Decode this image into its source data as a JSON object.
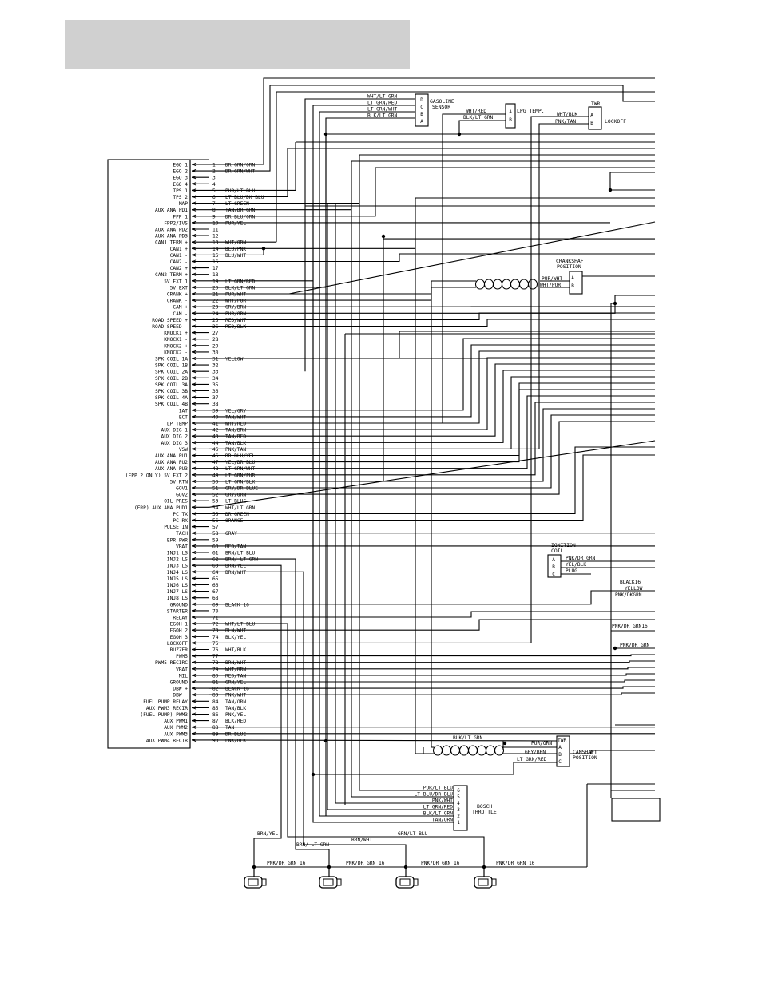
{
  "ecm": {
    "pin_functions": [
      "EGO 1",
      "EGO 2",
      "EGO 3",
      "EGO 4",
      "TPS 1",
      "TPS 2",
      "MAP",
      "AUX ANA PD1",
      "FPP 1",
      "FPP2/IVS",
      "AUX ANA PD2",
      "AUX ANA PD3",
      "CAN1 TERM +",
      "CAN1 +",
      "CAN1 -",
      "CAN2 -",
      "CAN2 +",
      "CAN2 TERM +",
      "5V EXT 1",
      "5V EXT",
      "CRANK +",
      "CRANK -",
      "CAM +",
      "CAM -",
      "ROAD SPEED +",
      "ROAD SPEED -",
      "KNOCK1 +",
      "KNOCK1 -",
      "KNOCK2 +",
      "KNOCK2 -",
      "SPK COIL 1A",
      "SPK COIL 1B",
      "SPK COIL 2A",
      "SPK COIL 2B",
      "SPK COIL 3A",
      "SPK COIL 3B",
      "SPK COIL 4A",
      "SPK COIL 4B",
      "IAT",
      "ECT",
      "LP TEMP",
      "AUX DIG 1",
      "AUX DIG 2",
      "AUX DIG 3",
      "VSW",
      "AUX ANA PU1",
      "AUX ANA PU2",
      "AUX ANA PU3",
      "(FPP 2 ONLY) 5V EXT 2",
      "5V RTN",
      "GOV1",
      "GOV2",
      "OIL PRES",
      "(FRP) AUX ANA PUD1",
      "PC TX",
      "PC RX",
      "PULSE IN",
      "TACH",
      "EPR PWR",
      "VBAT",
      "INJ1 LS",
      "INJ2 LS",
      "INJ3 LS",
      "INJ4 LS",
      "INJ5 LS",
      "INJ6 LS",
      "INJ7 LS",
      "INJ8 LS",
      "GROUND",
      "STARTER",
      "RELAY",
      "EGOH 1",
      "EGOH 2",
      "EGOH 3",
      "LOCKOFF",
      "BUZZER",
      "PWM5",
      "PWM5 RECIRC",
      "VBAT",
      "MIL",
      "GROUND",
      "DBW +",
      "DBW -",
      "FUEL PUMP RELAY",
      "AUX PWM3 RECIR",
      "(FUEL PUMP) PWM3",
      "AUX PWM1",
      "AUX PWM2",
      "AUX PWM3",
      "AUX PWM4 RECIR"
    ],
    "wires": [
      "DR GRN/ORN",
      "DR GRN/WHT",
      "",
      "",
      "PUR/LT BLU",
      "LT BLU/DK BLU",
      "LT GREEN",
      "TAN/DR GRN",
      "DR BLU/ORN",
      "PUR/YEL",
      "",
      "",
      "WHT/ORN",
      "BLU/PNK",
      "BLU/WHT",
      "",
      "",
      "",
      "LT GRN/RED",
      "BLK/LT GRN",
      "PUR/WHT",
      "WHT/PUR",
      "GRY/BRN",
      "PUR/ORN",
      "RED/WHT",
      "RED/BLK",
      "",
      "",
      "",
      "",
      "YELLOW",
      "",
      "",
      "",
      "",
      "",
      "",
      "",
      "YEL/GRY",
      "TAN/WHT",
      "WHT/RED",
      "TAN/BRN",
      "TAN/RED",
      "TAN/BLK",
      "PNK/TAN",
      "DR BLU/YEL",
      "YEL/DR BLU",
      "LT GRN/WHT",
      "LT GRN/PUR",
      "LT GRN/BLK",
      "GRY/DR BLUE",
      "GRY/ORN",
      "LT BLUE",
      "WHT/LT GRN",
      "DR GREEN",
      "ORANGE",
      "",
      "GRAY",
      "",
      "RED/TAN",
      "BRN/LT BLU",
      "BRN/ LT GRN",
      "BRN/YEL",
      "BRN/WHT",
      "",
      "",
      "",
      "",
      "BLACK 16",
      "",
      "",
      "WHT/LT BLU",
      "BLN/WHT",
      "BLK/YEL",
      "",
      "WHT/BLK",
      "",
      "BRN/WHT",
      "WHT/BRN",
      "RED/TAN",
      "GRN/YEL",
      "BLACK 16",
      "PNK/WHT",
      "TAN/ORN",
      "TAN/BLK",
      "PNK/YEL",
      "BLK/RED",
      "TAN",
      "DR BLUE",
      "PNK/BLK",
      ""
    ]
  },
  "gasoline_sensor": {
    "title_1": "GASOLINE",
    "title_2": "SENSOR",
    "pins": [
      "D",
      "C",
      "B",
      "A"
    ],
    "wires": [
      "WHT/LT GRN",
      "LT GRN/RED",
      "LT GRN/WHT",
      "BLK/LT GRN"
    ]
  },
  "lpg_temp": {
    "title": "LPG TEMP.",
    "pins": [
      "A",
      "B"
    ],
    "wires": [
      "WHT/RED",
      "BLK/LT GRN"
    ]
  },
  "lockoff": {
    "twr": "TWR",
    "title": "LOCKOFF",
    "pins": [
      "A",
      "B"
    ],
    "wires": [
      "WHT/BLK",
      "PNK/TAN"
    ]
  },
  "crankshaft": {
    "title_1": "CRANKSHAFT",
    "title_2": "POSITION",
    "pins": [
      "A",
      "B"
    ],
    "wires": [
      "PUR/WHT",
      "WHT/PUR"
    ]
  },
  "ignition_coil": {
    "title_1": "IGNITION",
    "title_2": "COIL",
    "pins": [
      "A",
      "B",
      "C"
    ],
    "wires": [
      "PNK/DR GRN",
      "YEL/BLK",
      "PLUG"
    ]
  },
  "camshaft": {
    "twr": "TWR",
    "title_1": "CAMSHAFT",
    "title_2": "POSITION",
    "pins": [
      "A",
      "B",
      "C"
    ],
    "wires": [
      "PUR/ORN",
      "GRY/BRN",
      "LT GRN/RED"
    ],
    "shield_wire": "BLK/LT GRN"
  },
  "bosch_throttle": {
    "title_1": "BOSCH",
    "title_2": "THROTTLE",
    "pins": [
      "6",
      "5",
      "4",
      "3",
      "2",
      "1"
    ],
    "wires": [
      "PUR/LT BLU",
      "LT BLU/DR BLU",
      "PNK/WHT",
      "LT GRN/RED",
      "BLK/LT GRN",
      "TAN/ORN"
    ]
  },
  "right_labels": {
    "black16": "BLACK16",
    "yellow": "YELLOW",
    "pnk_dkgrn": "PNK/DKGRN",
    "pnk_dr_grn16": "PNK/DR GRN16",
    "pnk_dr_grn": "PNK/DR GRN"
  },
  "injectors": {
    "wires": [
      "BRN/YEL",
      "BRN/ LT GRN",
      "BRN/WHT",
      "GRN/LT BLU"
    ],
    "power": [
      "PNK/DR GRN 16",
      "PNK/DR GRN 16",
      "PNK/DR GRN 16",
      "PNK/DR GRN 16"
    ]
  }
}
